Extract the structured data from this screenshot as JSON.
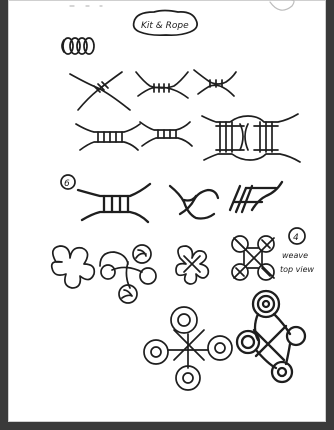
{
  "header": {
    "title": "Kit & Rope"
  },
  "annotations": {
    "step_number": "6",
    "side_number": "4",
    "note_line1": "weave",
    "note_line2": "top view"
  }
}
